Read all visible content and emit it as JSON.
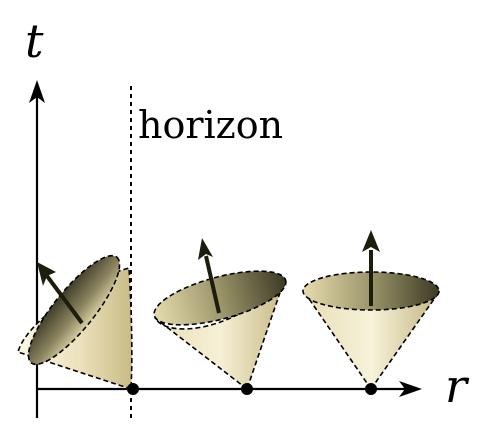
{
  "labels": {
    "time_axis": "t",
    "radial_axis": "r",
    "horizon": "horizon"
  },
  "colors": {
    "cone_light": "#f2ecd0",
    "cone_mid": "#d9cc9c",
    "cone_dark": "#4d4a30",
    "arrow": "#222210",
    "ink": "#000000"
  },
  "cones": [
    {
      "name": "cone-at-horizon",
      "tilt_deg": -55
    },
    {
      "name": "cone-near-horizon",
      "tilt_deg": -18
    },
    {
      "name": "cone-far-from-horizon",
      "tilt_deg": 0
    }
  ]
}
